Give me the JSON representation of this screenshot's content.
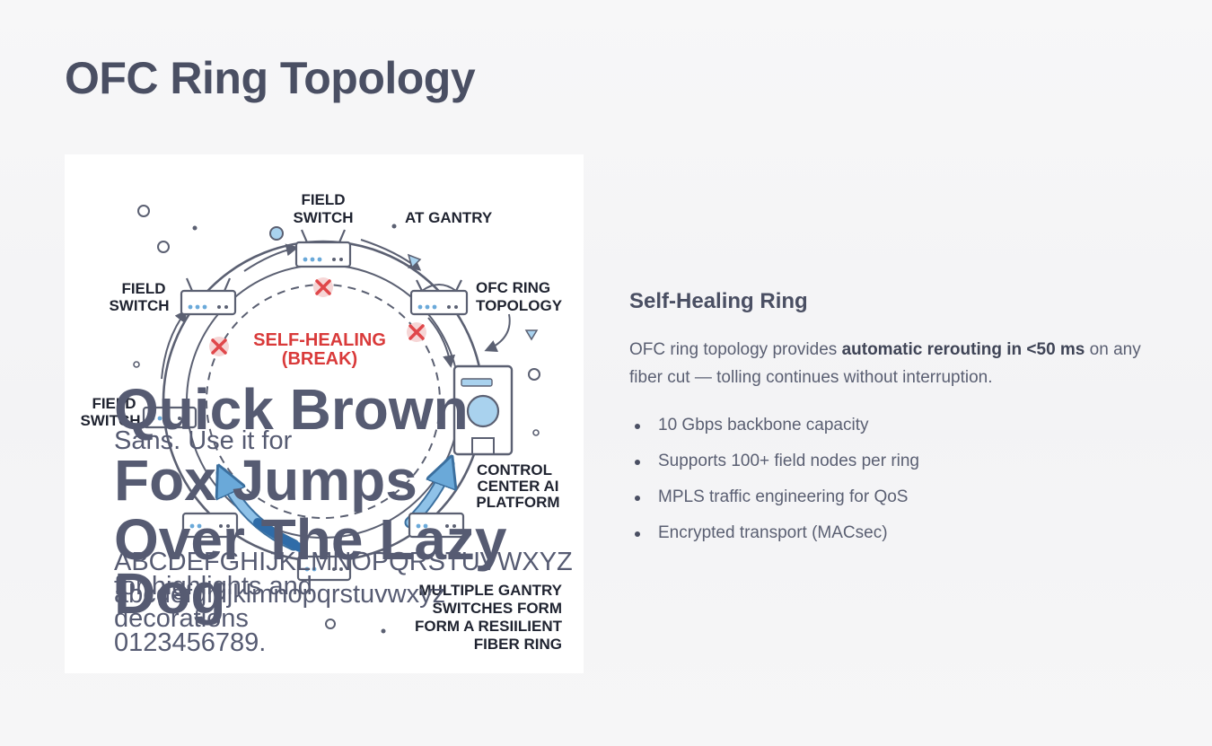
{
  "page": {
    "title": "OFC Ring Topology"
  },
  "diagram": {
    "labels": {
      "top_switch": [
        "FIELD",
        "SWITCH"
      ],
      "at_gantry": "AT GANTRY",
      "left_switch": [
        "FIELD",
        "SWITCH"
      ],
      "ofc_ring": [
        "OFC RING",
        "TOPOLOGY"
      ],
      "self_healing": [
        "SELF-HEALING",
        "(BREAK)"
      ],
      "lower_left_switch": [
        "FIELD",
        "SWITCH"
      ],
      "control_center": [
        "CONTROL",
        "CENTER AI",
        "PLATFORM"
      ],
      "gantry_caption": [
        "MULTIPLE GANTRY",
        "SWITCHES FORM",
        "FORM A RESIILIENT",
        "FIBER RING"
      ]
    },
    "font_specimen": {
      "big_lines": [
        "Quick Brown",
        "Fox Jumps",
        "Over The Lazy",
        "Dog"
      ],
      "small_lines": [
        "Sans. Use it for",
        "ABCDEFGHIJKLMNOPQRSTUVWXYZ",
        "for highlights and",
        "abcdefghijklmnopqrstuvwxyz",
        "decorations",
        "0123456789."
      ]
    },
    "colors": {
      "break_marker": "#e0474a",
      "reroute_arrow": "#6aa9d9",
      "line": "#5b6072"
    }
  },
  "panel": {
    "heading": "Self-Healing Ring",
    "description_pre": "OFC ring topology provides ",
    "description_bold": "automatic rerouting in <50 ms",
    "description_post": " on any fiber cut — tolling continues without interruption.",
    "bullets": [
      "10 Gbps backbone capacity",
      "Supports 100+ field nodes per ring",
      "MPLS traffic engineering for QoS",
      "Encrypted transport (MACsec)"
    ]
  }
}
